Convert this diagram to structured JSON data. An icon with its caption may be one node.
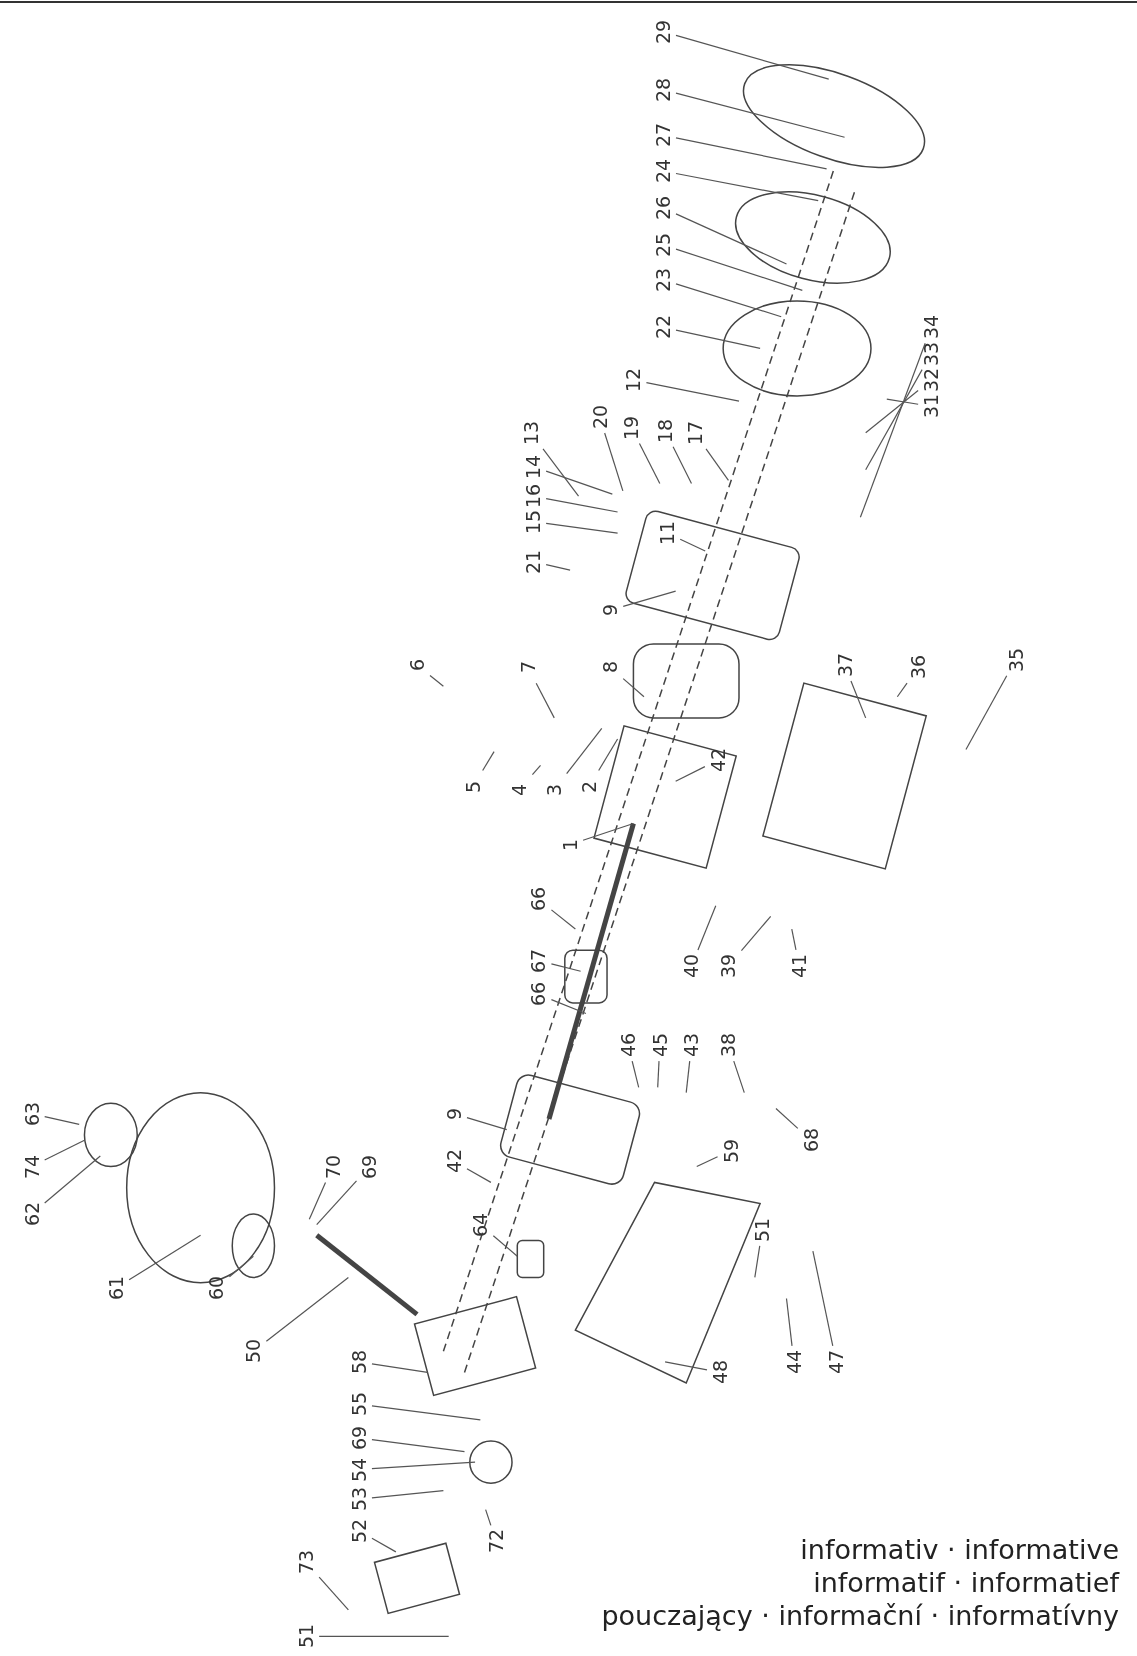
{
  "diagram": {
    "nodes": [
      {
        "text": [
          "29"
        ]
      },
      {
        "text": [
          "28"
        ]
      },
      {
        "text": [
          "27"
        ]
      },
      {
        "text": [
          "24"
        ]
      },
      {
        "text": [
          "26"
        ]
      },
      {
        "text": [
          "25"
        ]
      },
      {
        "text": [
          "23"
        ]
      },
      {
        "text": [
          "22"
        ]
      },
      {
        "text": [
          "12"
        ]
      },
      {
        "text": [
          "13"
        ]
      },
      {
        "text": [
          "20"
        ]
      },
      {
        "text": [
          "19"
        ]
      },
      {
        "text": [
          "18"
        ]
      },
      {
        "text": [
          "17"
        ]
      },
      {
        "text": [
          "14"
        ]
      },
      {
        "text": [
          "16"
        ]
      },
      {
        "text": [
          "15"
        ]
      },
      {
        "text": [
          "11"
        ]
      },
      {
        "text": [
          "21"
        ]
      },
      {
        "text": [
          "31"
        ]
      },
      {
        "text": [
          "32"
        ]
      },
      {
        "text": [
          "33"
        ]
      },
      {
        "text": [
          "34"
        ]
      },
      {
        "text": [
          "9"
        ]
      },
      {
        "text": [
          "6"
        ]
      },
      {
        "text": [
          "7"
        ]
      },
      {
        "text": [
          "8"
        ]
      },
      {
        "text": [
          "42"
        ]
      },
      {
        "text": [
          "37"
        ]
      },
      {
        "text": [
          "36"
        ]
      },
      {
        "text": [
          "35"
        ]
      },
      {
        "text": [
          "5"
        ]
      },
      {
        "text": [
          "4"
        ]
      },
      {
        "text": [
          "3"
        ]
      },
      {
        "text": [
          "2"
        ]
      },
      {
        "text": [
          "1"
        ]
      },
      {
        "text": [
          "66"
        ]
      },
      {
        "text": [
          "67"
        ]
      },
      {
        "text": [
          "66"
        ]
      },
      {
        "text": [
          "40"
        ]
      },
      {
        "text": [
          "39"
        ]
      },
      {
        "text": [
          "41"
        ]
      },
      {
        "text": [
          "46"
        ]
      },
      {
        "text": [
          "45"
        ]
      },
      {
        "text": [
          "43"
        ]
      },
      {
        "text": [
          "38"
        ]
      },
      {
        "text": [
          "68"
        ]
      },
      {
        "text": [
          "63"
        ]
      },
      {
        "text": [
          "74"
        ]
      },
      {
        "text": [
          "62"
        ]
      },
      {
        "text": [
          "9"
        ]
      },
      {
        "text": [
          "42"
        ]
      },
      {
        "text": [
          "70"
        ]
      },
      {
        "text": [
          "69"
        ]
      },
      {
        "text": [
          "59"
        ]
      },
      {
        "text": [
          "51"
        ]
      },
      {
        "text": [
          "64"
        ]
      },
      {
        "text": [
          "61"
        ]
      },
      {
        "text": [
          "60"
        ]
      },
      {
        "text": [
          "50"
        ]
      },
      {
        "text": [
          "58"
        ]
      },
      {
        "text": [
          "55"
        ]
      },
      {
        "text": [
          "69"
        ]
      },
      {
        "text": [
          "54"
        ]
      },
      {
        "text": [
          "53"
        ]
      },
      {
        "text": [
          "52"
        ]
      },
      {
        "text": [
          "48"
        ]
      },
      {
        "text": [
          "44"
        ]
      },
      {
        "text": [
          "47"
        ]
      },
      {
        "text": [
          "72"
        ]
      },
      {
        "text": [
          "73"
        ]
      },
      {
        "text": [
          "51"
        ]
      }
    ],
    "edges": [
      {
        "from": 0,
        "to": null,
        "arrow": "none"
      },
      {
        "from": 1,
        "to": null,
        "arrow": "none"
      },
      {
        "from": 2,
        "to": null,
        "arrow": "none"
      },
      {
        "from": 3,
        "to": null,
        "arrow": "none"
      },
      {
        "from": 4,
        "to": null,
        "arrow": "none"
      },
      {
        "from": 5,
        "to": null,
        "arrow": "none"
      },
      {
        "from": 6,
        "to": null,
        "arrow": "none"
      },
      {
        "from": 7,
        "to": null,
        "arrow": "none"
      },
      {
        "from": 8,
        "to": null,
        "arrow": "none"
      },
      {
        "from": 9,
        "to": null,
        "arrow": "none"
      },
      {
        "from": 10,
        "to": null,
        "arrow": "none"
      },
      {
        "from": 11,
        "to": null,
        "arrow": "none"
      },
      {
        "from": 12,
        "to": null,
        "arrow": "none"
      },
      {
        "from": 13,
        "to": null,
        "arrow": "none"
      },
      {
        "from": 14,
        "to": null,
        "arrow": "none"
      },
      {
        "from": 15,
        "to": null,
        "arrow": "none"
      },
      {
        "from": 16,
        "to": null,
        "arrow": "none"
      },
      {
        "from": 17,
        "to": null,
        "arrow": "none"
      },
      {
        "from": 18,
        "to": null,
        "arrow": "none"
      },
      {
        "from": 19,
        "to": null,
        "arrow": "none"
      },
      {
        "from": 20,
        "to": null,
        "arrow": "none"
      },
      {
        "from": 21,
        "to": null,
        "arrow": "none"
      },
      {
        "from": 22,
        "to": null,
        "arrow": "none"
      },
      {
        "from": 23,
        "to": null,
        "arrow": "none"
      },
      {
        "from": 24,
        "to": null,
        "arrow": "none"
      },
      {
        "from": 25,
        "to": null,
        "arrow": "none"
      },
      {
        "from": 26,
        "to": null,
        "arrow": "none"
      },
      {
        "from": 27,
        "to": null,
        "arrow": "none"
      },
      {
        "from": 28,
        "to": null,
        "arrow": "none"
      },
      {
        "from": 29,
        "to": null,
        "arrow": "none"
      },
      {
        "from": 30,
        "to": null,
        "arrow": "none"
      },
      {
        "from": 31,
        "to": null,
        "arrow": "none"
      },
      {
        "from": 32,
        "to": null,
        "arrow": "none"
      },
      {
        "from": 33,
        "to": null,
        "arrow": "none"
      },
      {
        "from": 34,
        "to": null,
        "arrow": "none"
      },
      {
        "from": 35,
        "to": null,
        "arrow": "none"
      },
      {
        "from": 36,
        "to": null,
        "arrow": "none"
      },
      {
        "from": 37,
        "to": null,
        "arrow": "none"
      },
      {
        "from": 38,
        "to": null,
        "arrow": "none"
      },
      {
        "from": 39,
        "to": null,
        "arrow": "none"
      },
      {
        "from": 40,
        "to": null,
        "arrow": "none"
      },
      {
        "from": 41,
        "to": null,
        "arrow": "none"
      },
      {
        "from": 42,
        "to": null,
        "arrow": "none"
      },
      {
        "from": 43,
        "to": null,
        "arrow": "none"
      },
      {
        "from": 44,
        "to": null,
        "arrow": "none"
      },
      {
        "from": 45,
        "to": null,
        "arrow": "none"
      },
      {
        "from": 46,
        "to": null,
        "arrow": "none"
      },
      {
        "from": 47,
        "to": null,
        "arrow": "none"
      },
      {
        "from": 48,
        "to": null,
        "arrow": "none"
      },
      {
        "from": 49,
        "to": null,
        "arrow": "none"
      },
      {
        "from": 50,
        "to": null,
        "arrow": "none"
      },
      {
        "from": 51,
        "to": null,
        "arrow": "none"
      },
      {
        "from": 52,
        "to": null,
        "arrow": "none"
      },
      {
        "from": 53,
        "to": null,
        "arrow": "none"
      },
      {
        "from": 54,
        "to": null,
        "arrow": "none"
      },
      {
        "from": 55,
        "to": null,
        "arrow": "none"
      },
      {
        "from": 56,
        "to": null,
        "arrow": "none"
      },
      {
        "from": 57,
        "to": null,
        "arrow": "none"
      },
      {
        "from": 58,
        "to": null,
        "arrow": "none"
      },
      {
        "from": 59,
        "to": null,
        "arrow": "none"
      },
      {
        "from": 60,
        "to": null,
        "arrow": "none"
      },
      {
        "from": 61,
        "to": null,
        "arrow": "none"
      },
      {
        "from": 62,
        "to": null,
        "arrow": "none"
      },
      {
        "from": 63,
        "to": null,
        "arrow": "none"
      },
      {
        "from": 64,
        "to": null,
        "arrow": "none"
      },
      {
        "from": 65,
        "to": null,
        "arrow": "none"
      },
      {
        "from": 66,
        "to": null,
        "arrow": "none"
      },
      {
        "from": 67,
        "to": null,
        "arrow": "none"
      },
      {
        "from": 68,
        "to": null,
        "arrow": "none"
      },
      {
        "from": 69,
        "to": null,
        "arrow": "none"
      },
      {
        "from": 70,
        "to": null,
        "arrow": "none"
      },
      {
        "from": 71,
        "to": null,
        "arrow": "none"
      }
    ],
    "labels": [
      "informativ · informative",
      "informatif · informatief",
      "pouczający · informační · informatívny"
    ]
  }
}
